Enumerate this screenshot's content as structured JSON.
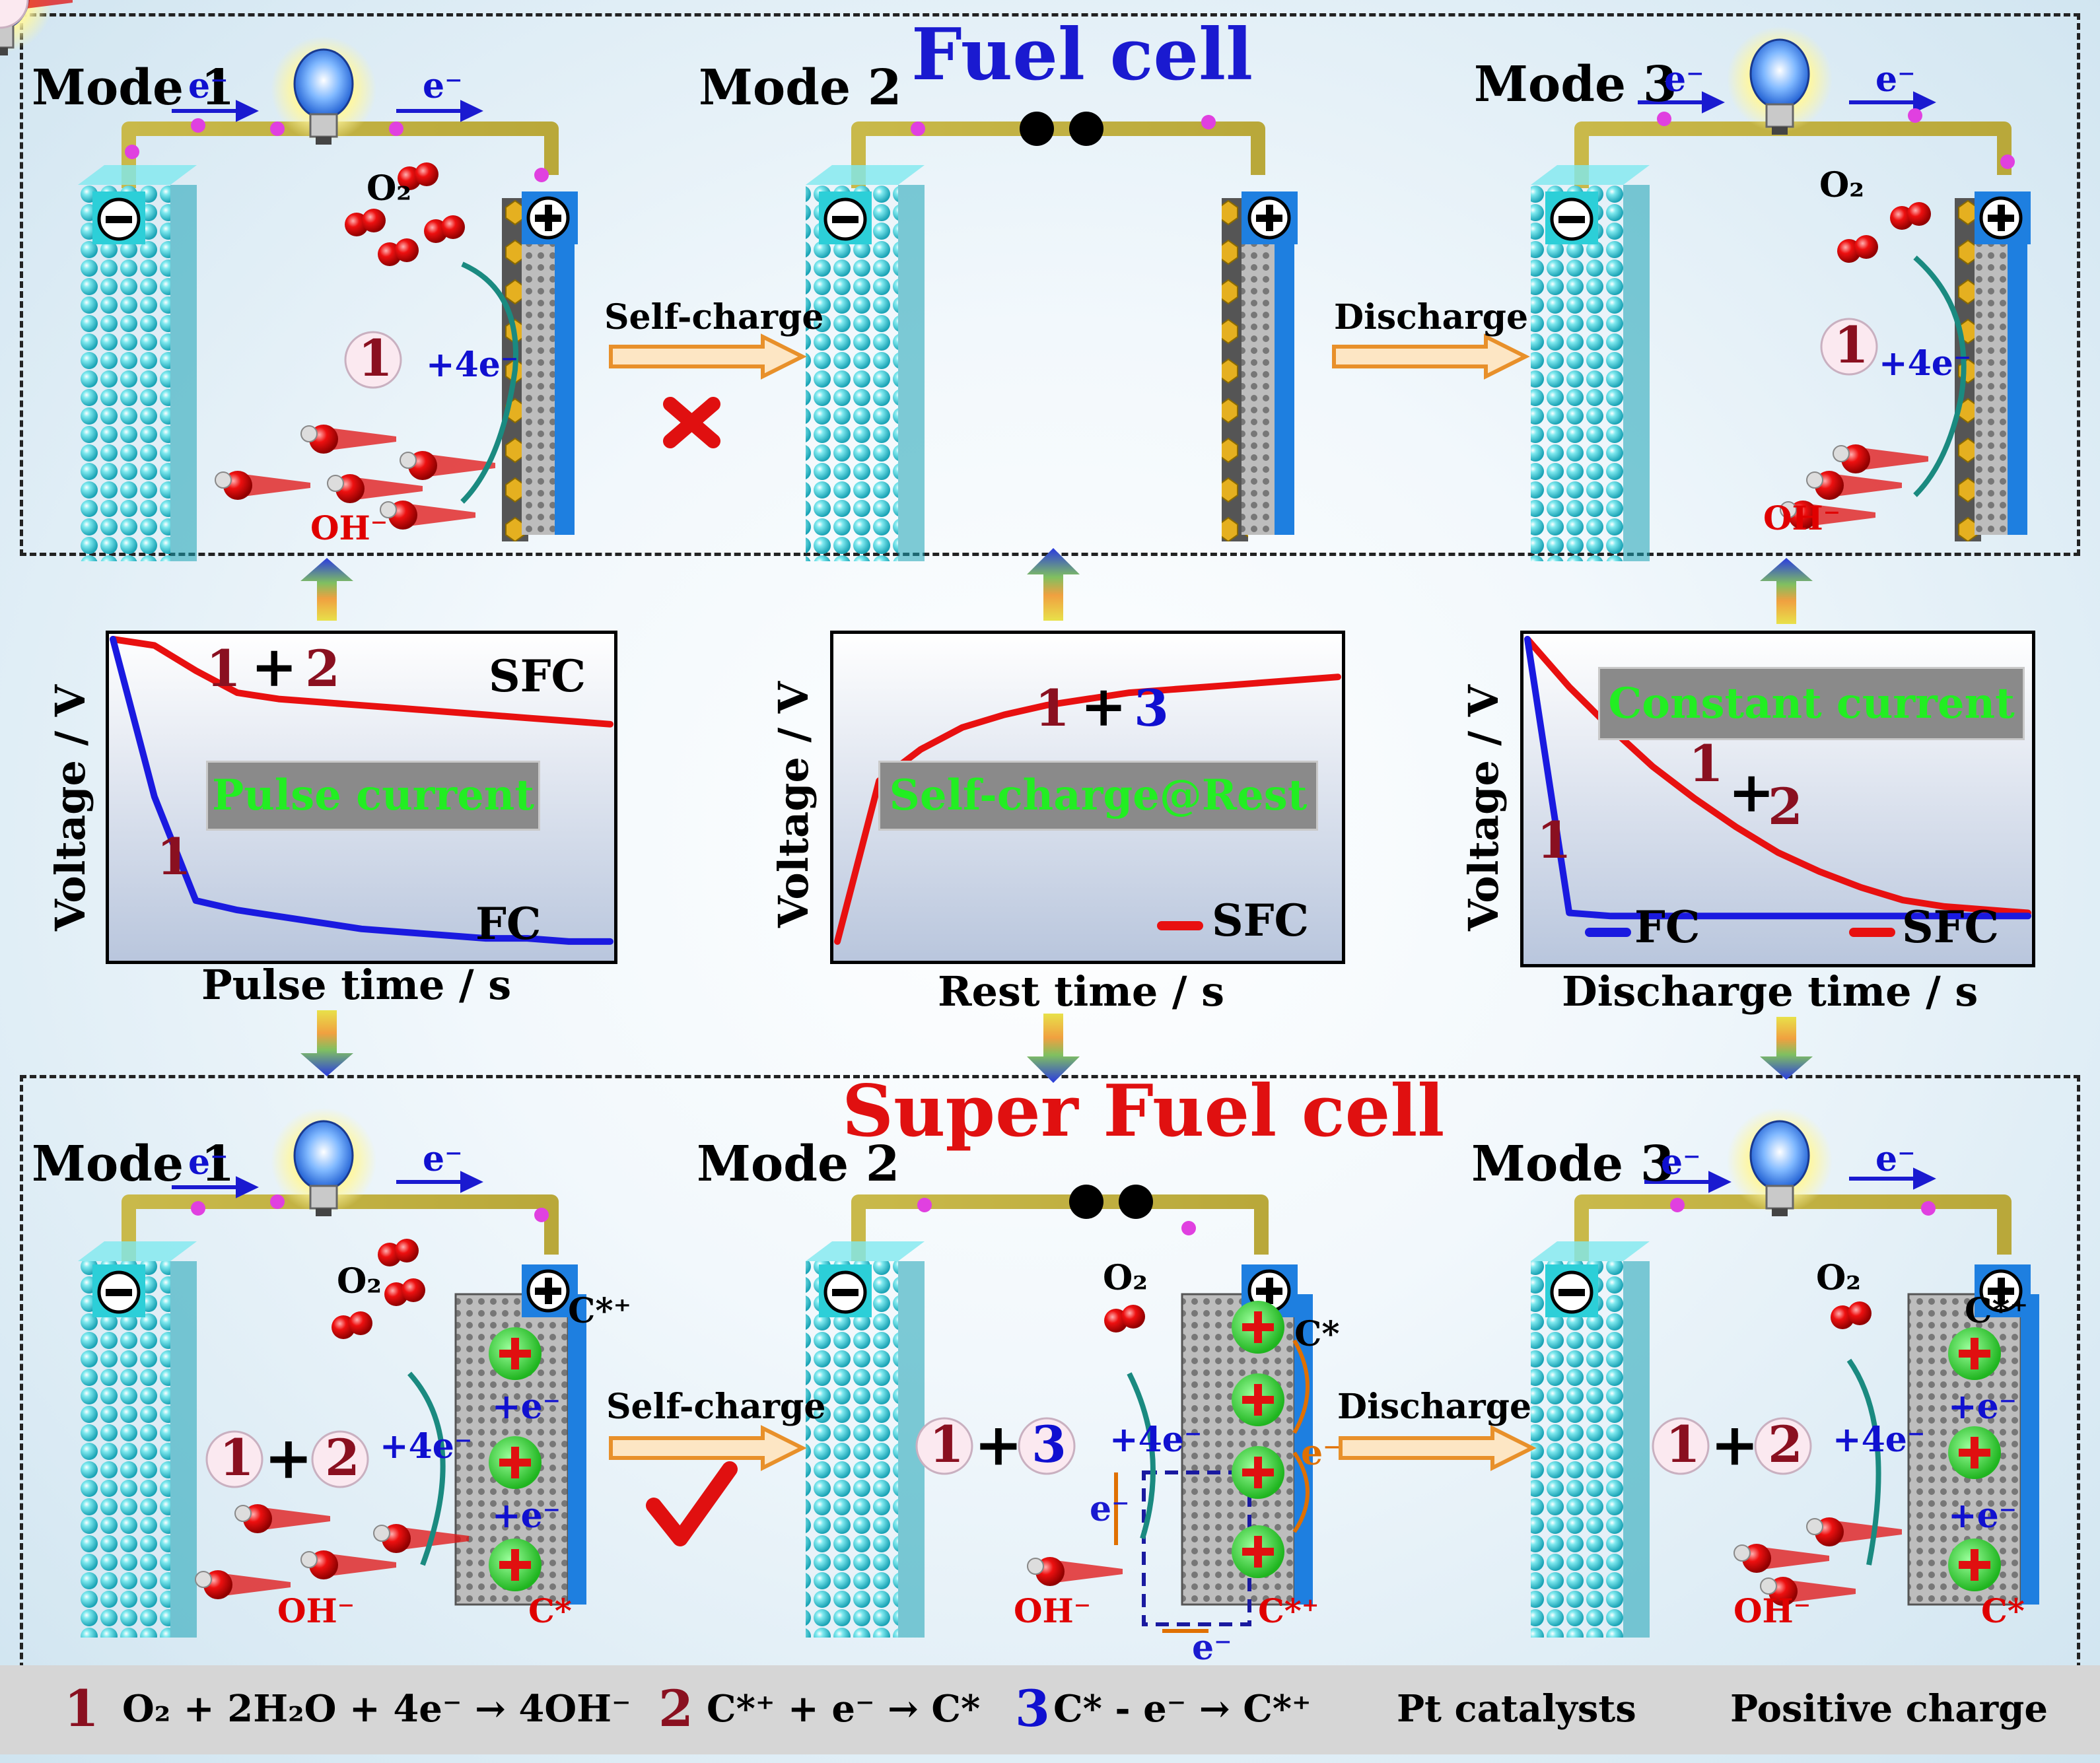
{
  "titles": {
    "top": "Fuel cell",
    "bottom": "Super Fuel cell"
  },
  "modes": {
    "m1": "Mode 1",
    "m2": "Mode 2",
    "m3": "Mode 3"
  },
  "arrows": {
    "self_charge": "Self-charge",
    "discharge": "Discharge"
  },
  "ions": {
    "e": "e⁻",
    "o2": "O₂",
    "oh": "OH⁻",
    "four_e": "+4e⁻",
    "plus_e": "+e⁻",
    "c_plus": "C*⁺",
    "c_star": "C*"
  },
  "badges": {
    "one": "1",
    "two": "2",
    "three": "3",
    "plus": "+"
  },
  "charts": [
    {
      "type": "line",
      "xlabel": "Pulse time / s",
      "ylabel": "Voltage / V",
      "box": "Pulse current",
      "series": [
        {
          "name": "SFC",
          "color": "#e81010",
          "values": [
            1.0,
            0.98,
            0.9,
            0.83,
            0.81,
            0.8,
            0.79,
            0.78,
            0.77,
            0.76,
            0.75,
            0.74,
            0.73
          ]
        },
        {
          "name": "FC",
          "color": "#1a1ae0",
          "values": [
            1.0,
            0.5,
            0.17,
            0.14,
            0.12,
            0.1,
            0.08,
            0.07,
            0.06,
            0.05,
            0.05,
            0.04,
            0.04
          ]
        }
      ]
    },
    {
      "type": "line",
      "xlabel": "Rest time / s",
      "ylabel": "Voltage / V",
      "box": "Self-charge@Rest",
      "series": [
        {
          "name": "SFC",
          "color": "#e81010",
          "values": [
            0.04,
            0.55,
            0.65,
            0.72,
            0.76,
            0.79,
            0.81,
            0.83,
            0.84,
            0.85,
            0.86,
            0.87,
            0.88
          ]
        }
      ]
    },
    {
      "type": "line",
      "xlabel": "Discharge time / s",
      "ylabel": "Voltage / V",
      "box": "Constant current",
      "series": [
        {
          "name": "SFC",
          "color": "#e81010",
          "values": [
            1.0,
            0.85,
            0.72,
            0.6,
            0.5,
            0.41,
            0.33,
            0.27,
            0.22,
            0.18,
            0.16,
            0.15,
            0.14
          ]
        },
        {
          "name": "FC",
          "color": "#1a1ae0",
          "values": [
            1.0,
            0.14,
            0.13,
            0.13,
            0.13,
            0.13,
            0.13,
            0.13,
            0.13,
            0.13,
            0.13,
            0.13,
            0.13
          ]
        }
      ]
    }
  ],
  "legend": {
    "r1": "O₂ + 2H₂O + 4e⁻ → 4OH⁻",
    "r2": "C*⁺ + e⁻ → C*",
    "r3": "C* - e⁻ → C*⁺",
    "pt": "Pt catalysts",
    "positive": "Positive charge"
  }
}
